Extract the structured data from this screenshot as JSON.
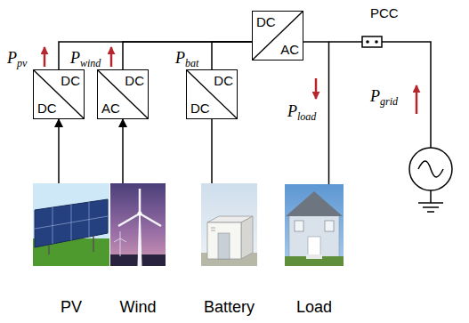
{
  "diagram": {
    "nodes": [
      {
        "text": [
          "DC",
          "AC"
        ]
      },
      {
        "text": [
          "DC",
          "DC"
        ]
      },
      {
        "text": [
          "DC",
          "AC"
        ]
      },
      {
        "text": [
          "DC",
          "DC"
        ]
      },
      {
        "text": [
          "PV"
        ]
      },
      {
        "text": [
          "Wind"
        ]
      },
      {
        "text": [
          "Battery"
        ]
      },
      {
        "text": [
          "Load"
        ]
      }
    ],
    "edges": [
      {
        "from": 1,
        "to": 0,
        "arrow": "none"
      },
      {
        "from": 2,
        "to": 0,
        "arrow": "none"
      },
      {
        "from": 3,
        "to": 0,
        "arrow": "none"
      },
      {
        "from": 4,
        "to": 1,
        "arrow": "to"
      },
      {
        "from": 5,
        "to": 2,
        "arrow": "to"
      },
      {
        "from": 6,
        "to": 3,
        "arrow": "none"
      },
      {
        "from": 0,
        "to": 7,
        "arrow": "none"
      }
    ],
    "labels": [
      "Ppv",
      "Pwind",
      "Pbat",
      "Pload",
      "Pgrid",
      "PCC"
    ]
  }
}
